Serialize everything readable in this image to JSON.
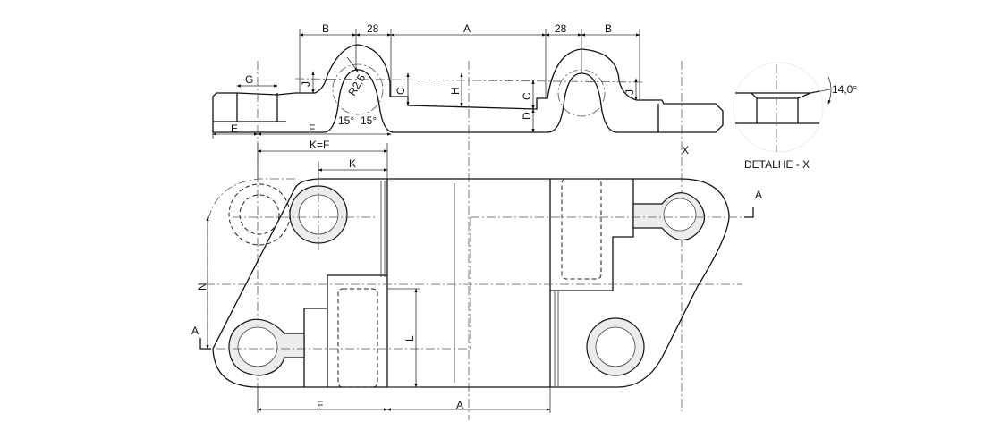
{
  "top_view": {
    "dims": [
      "B",
      "28",
      "A",
      "28",
      "B"
    ],
    "G": "G",
    "J_left": "J",
    "radius": "R2,5",
    "C_left": "C",
    "H": "H",
    "C_right": "C",
    "D": "D",
    "J_right": "J",
    "angle_left": "15°",
    "angle_right": "15°",
    "E": "E",
    "F": "F"
  },
  "plan_view": {
    "KF": "K=F",
    "K": "K",
    "X": "X",
    "section_right": "A",
    "section_left": "A",
    "N": "N",
    "L": "L",
    "F": "F",
    "A": "A"
  },
  "detail": {
    "angle": "14,0°",
    "title": "DETALHE - X"
  }
}
